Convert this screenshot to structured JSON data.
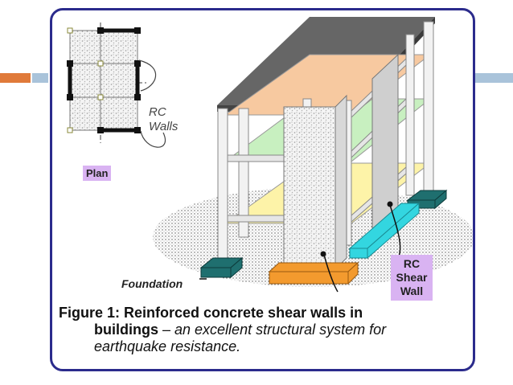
{
  "figure": {
    "plan_label": "Plan",
    "rc_walls_label": "RC Walls",
    "foundation_label": "Foundation",
    "shear_wall_label": "RC Shear Wall",
    "caption_title_1": "Figure 1: Reinforced concrete shear walls in",
    "caption_title_2": "buildings",
    "caption_dash": " – ",
    "caption_italic_1": "an excellent structural system for",
    "caption_italic_2": "earthquake resistance."
  },
  "colors": {
    "accent_orange": "#e07a3a",
    "accent_blue": "#a9c3da",
    "frame_border": "#2b2b8c",
    "label_purple": "#d9b3f2",
    "foundation_teal": "#1f6f6f",
    "foundation_orange": "#f39a2e",
    "foundation_cyan": "#33d6e0"
  }
}
